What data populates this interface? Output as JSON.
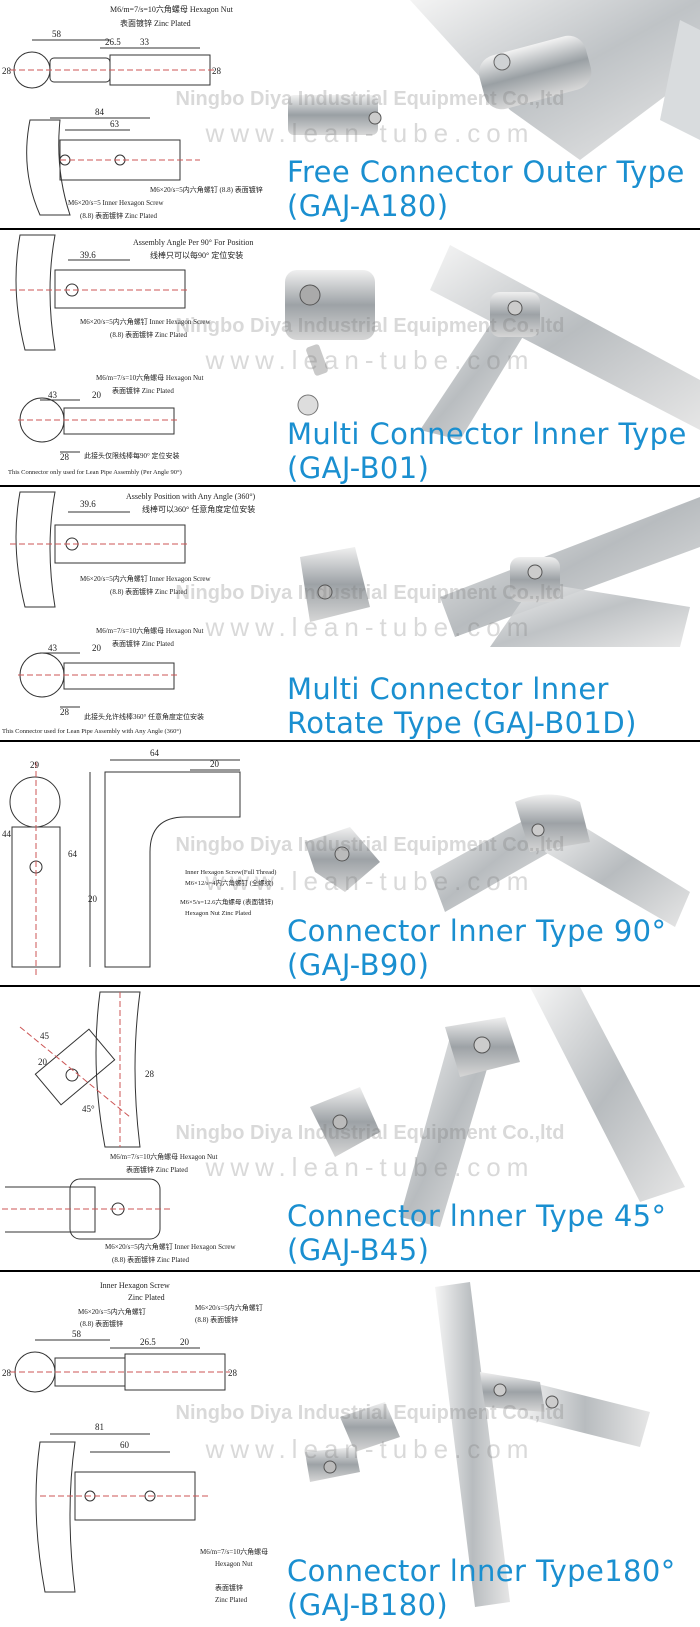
{
  "watermark": {
    "company": "Ningbo Diya Industrial Equipment Co.,ltd",
    "site": "www.lean-tube.com"
  },
  "colors": {
    "title": "#1a8fd0",
    "separator": "#000000"
  },
  "panels": [
    {
      "title_line1": "Free Connector Outer Type",
      "title_line2": "(GAJ-A180)",
      "dims": [
        "58",
        "26.5",
        "33",
        "28",
        "28",
        "84",
        "63"
      ],
      "notes": [
        "M6/m=7/s=10六角螺母 Hexagon Nut",
        "表面镀锌 Zinc Plated",
        "M6×20/s=5内六角螺钉 (8.8) 表面镀锌",
        "M6×20/s=5 Inner Hexagon Screw",
        "(8.8) 表面镀锌 Zinc Plated"
      ]
    },
    {
      "title_line1": "Multi Connector lnner Type",
      "title_line2": "(GAJ-B01)",
      "dims": [
        "39.6",
        "43",
        "20",
        "28"
      ],
      "notes": [
        "Assembly Angle Per 90° For Position",
        "线棒只可以每90° 定位安装",
        "M6×20/s=5内六角螺钉 Inner Hexagon Screw",
        "(8.8) 表面镀锌 Zinc Plated",
        "M6/m=7/s=10六角螺母 Hexagon Nut",
        "表面镀锌 Zinc Plated",
        "此接头仅限线棒每90° 定位安装",
        "This Connector only used for Lean Pipe Assembly (Per Angle 90°)"
      ]
    },
    {
      "title_line1": "Multi Connector lnner",
      "title_line2": "Rotate Type (GAJ-B01D)",
      "dims": [
        "39.6",
        "43",
        "20",
        "28"
      ],
      "notes": [
        "Assebly Position with Any Angle (360°)",
        "线棒可以360° 任意角度定位安装",
        "M6×20/s=5内六角螺钉 Inner Hexagon Screw",
        "(8.8) 表面镀锌 Zinc Plated",
        "M6/m=7/s=10六角螺母 Hexagon Nut",
        "表面镀锌 Zinc Plated",
        "此接头允许线棒360° 任意角度定位安装",
        "This Connector used for Lean Pipe Assembly with Any Angle (360°)"
      ]
    },
    {
      "title_line1": "Connector lnner Type 90°",
      "title_line2": "(GAJ-B90)",
      "dims": [
        "29",
        "64",
        "20",
        "44",
        "64",
        "20"
      ],
      "notes": [
        "Inner Hexagon Screw(Full Thread)",
        "M6×12/s=4内六角螺钉 (全螺纹)",
        "M6×5/s=12.6六角螺母 (表面镀锌)",
        "Hexagon Nut Zinc Plated"
      ]
    },
    {
      "title_line1": "Connector lnner Type 45°",
      "title_line2": "(GAJ-B45)",
      "dims": [
        "45",
        "20",
        "45°",
        "28"
      ],
      "notes": [
        "M6/m=7/s=10六角螺母 Hexagon Nut",
        "表面镀锌 Zinc Plated",
        "M6×20/s=5内六角螺钉 Inner Hexagon Screw",
        "(8.8) 表面镀锌 Zinc Plated"
      ]
    },
    {
      "title_line1": "Connector lnner Type180°",
      "title_line2": "(GAJ-B180)",
      "dims": [
        "58",
        "26.5",
        "20",
        "28",
        "28",
        "81",
        "60"
      ],
      "notes": [
        "Inner Hexagon Screw",
        "Zinc Plated",
        "M6×20/s=5内六角螺钉",
        "(8.8) 表面镀锌",
        "M6×20/s=5内六角螺钉",
        "(8.8) 表面镀锌",
        "M6/m=7/s=10六角螺母",
        "Hexagon Nut",
        "表面镀锌",
        "Zinc Plated"
      ]
    }
  ]
}
